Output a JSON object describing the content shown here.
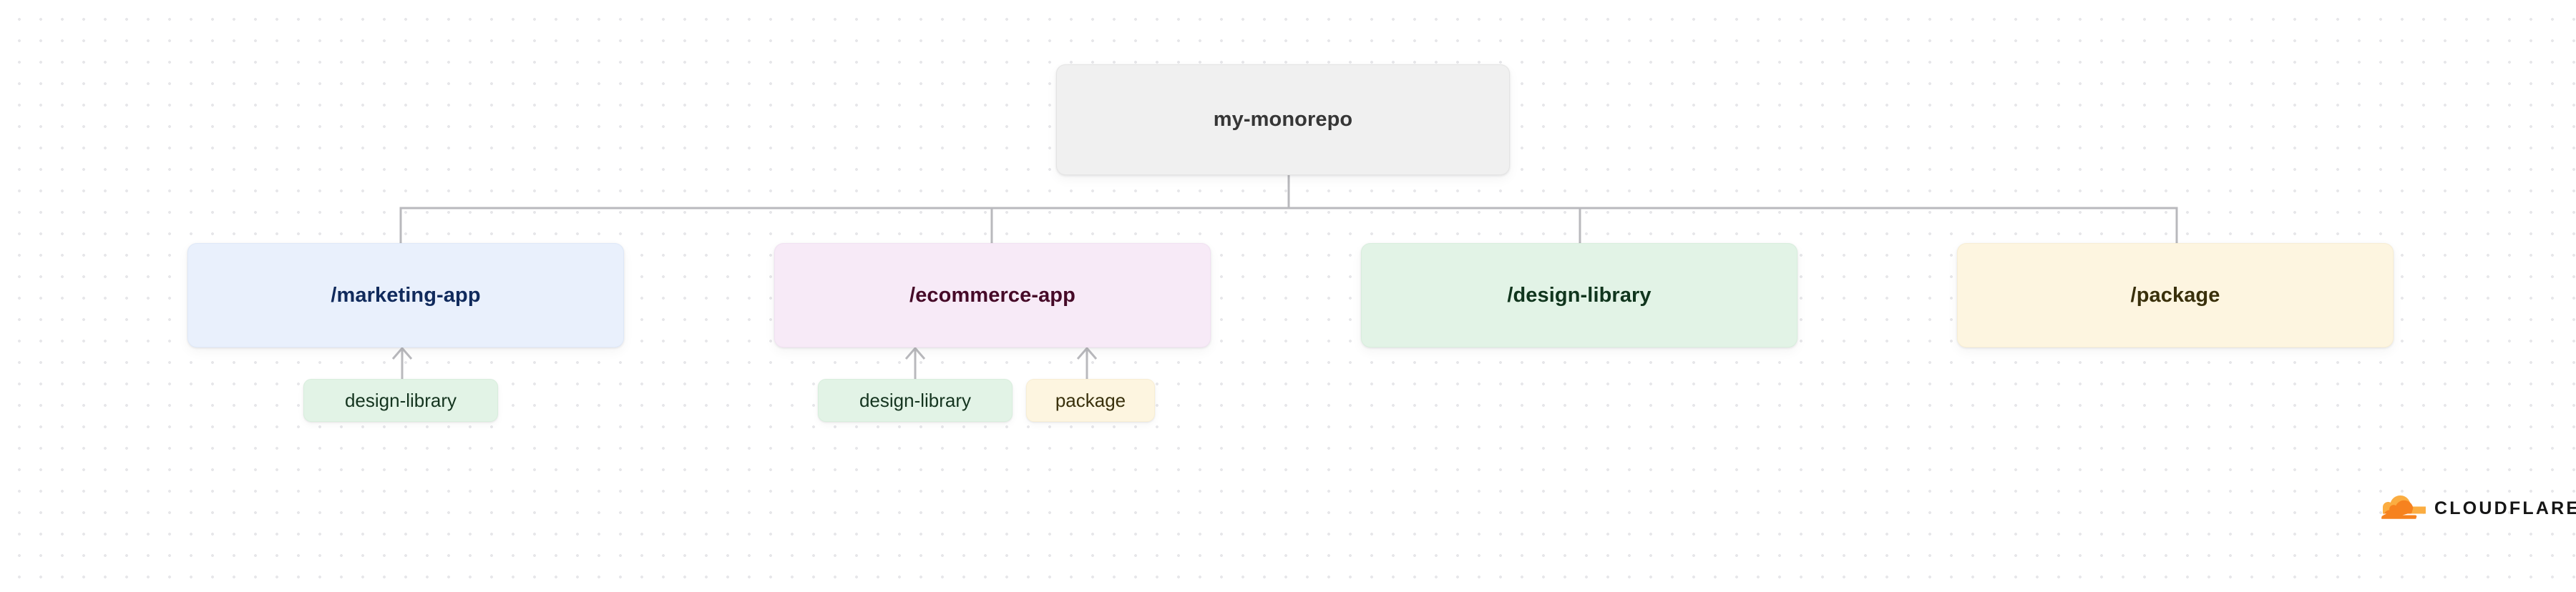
{
  "diagram": {
    "type": "monorepo-dependency-tree",
    "root": {
      "label": "my-monorepo",
      "color": "#f0f0f0"
    },
    "children": [
      {
        "label": "/marketing-app",
        "color": "#e9f0fc",
        "text_color": "#102a5c",
        "dependencies": [
          {
            "label": "design-library",
            "color": "#e2f3e6"
          }
        ]
      },
      {
        "label": "/ecommerce-app",
        "color": "#f7eaf7",
        "text_color": "#460a28",
        "dependencies": [
          {
            "label": "design-library",
            "color": "#e2f3e6"
          },
          {
            "label": "package",
            "color": "#fdf5e0"
          }
        ]
      },
      {
        "label": "/design-library",
        "color": "#e2f3e6",
        "text_color": "#10351d",
        "dependencies": []
      },
      {
        "label": "/package",
        "color": "#fdf5e0",
        "text_color": "#39300b",
        "dependencies": []
      }
    ]
  },
  "branding": {
    "wordmark": "CLOUDFLARE",
    "cloud_color_main": "#f6821f",
    "cloud_color_tail": "#fbad41",
    "wordmark_color": "#151515"
  },
  "canvas": {
    "background": "#ffffff",
    "dot_color": "#e7e7ea",
    "connector_color": "#b9b9bd"
  }
}
